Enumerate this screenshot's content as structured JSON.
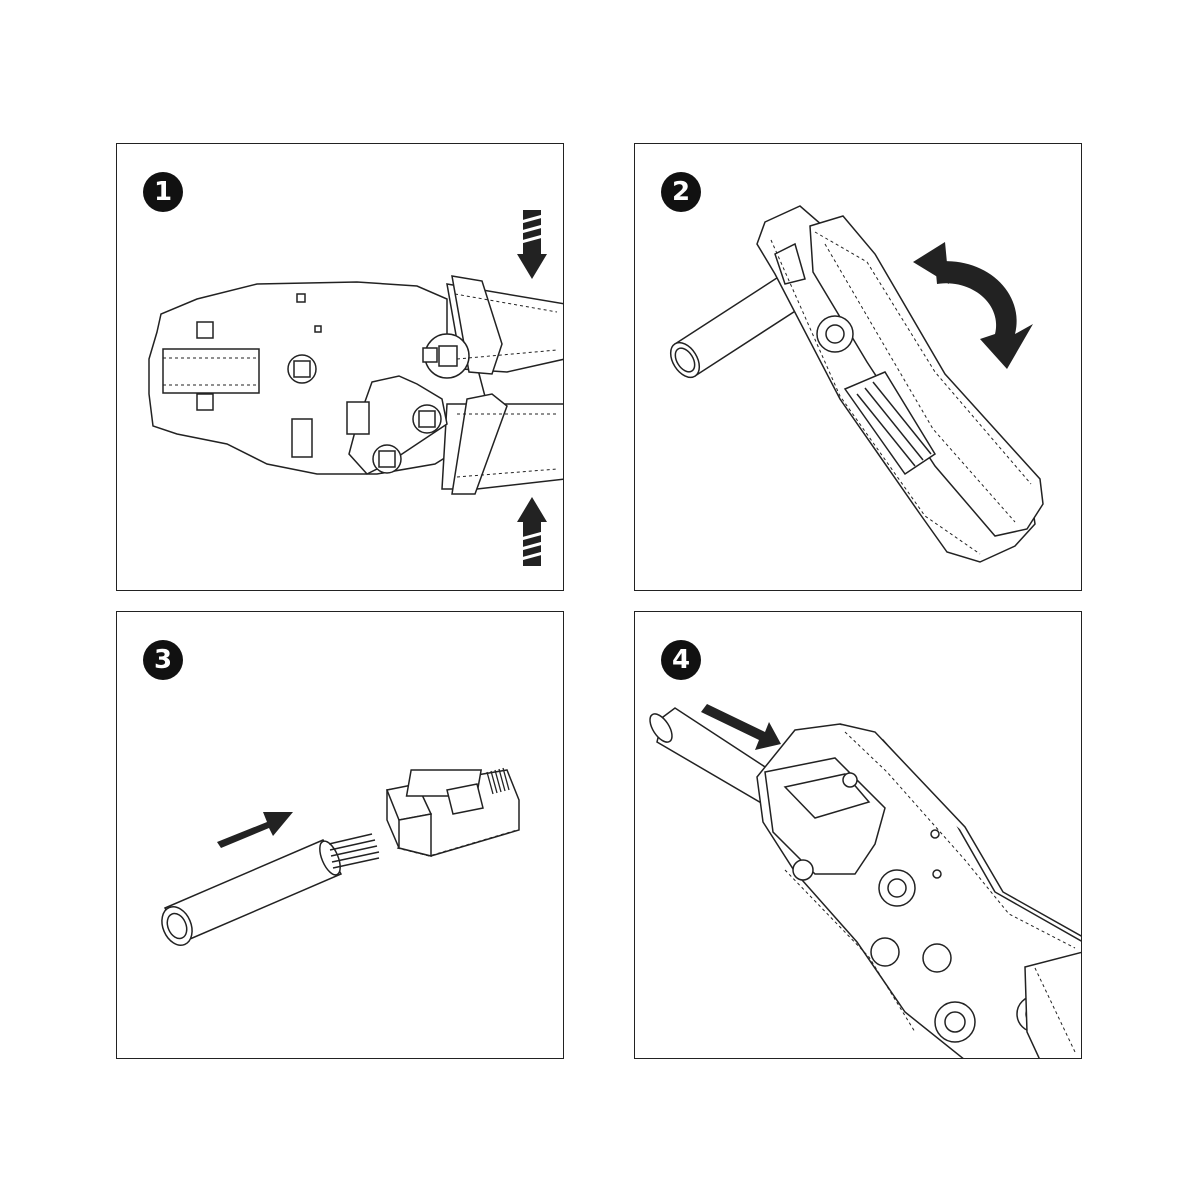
{
  "steps": [
    {
      "number": "1",
      "icon": "crimp-tool-open-icon"
    },
    {
      "number": "2",
      "icon": "cable-stripper-rotate-icon"
    },
    {
      "number": "3",
      "icon": "cable-insert-connector-icon"
    },
    {
      "number": "4",
      "icon": "connector-into-crimper-icon"
    }
  ],
  "colors": {
    "line": "#222222",
    "fill": "#ffffff",
    "badge": "#111111"
  }
}
